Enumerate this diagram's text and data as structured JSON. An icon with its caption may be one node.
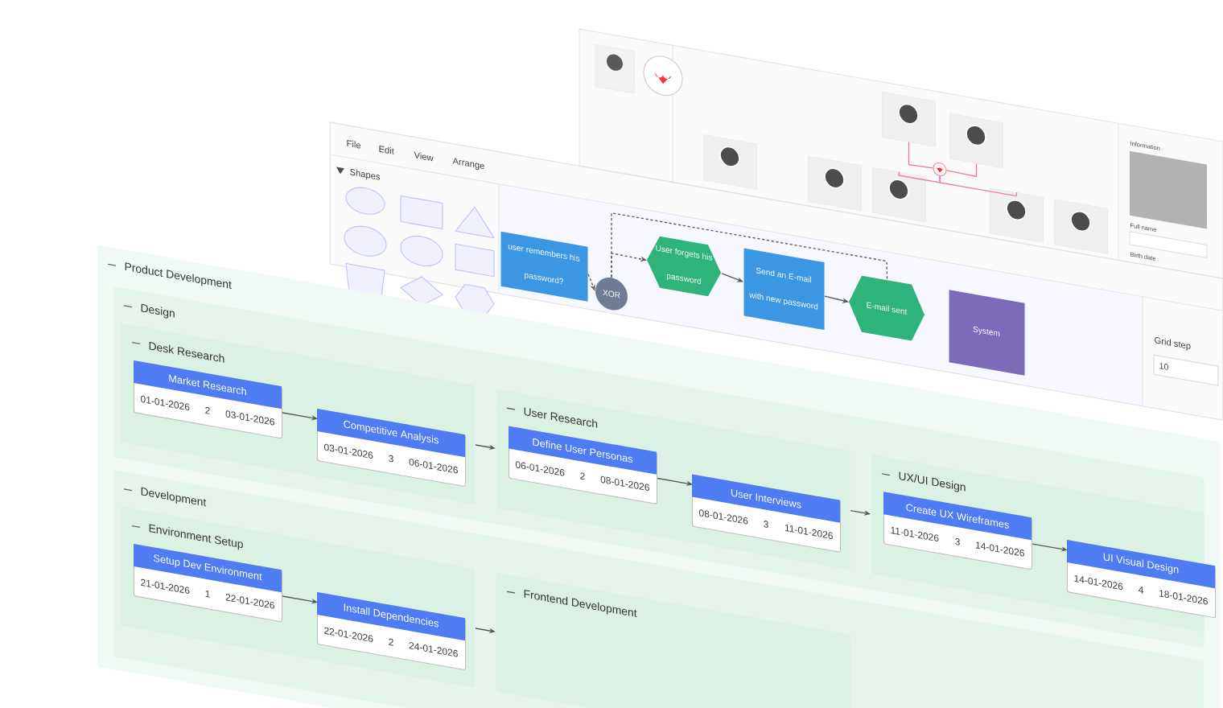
{
  "diagram": {
    "nodes": [
      {
        "text": [
          "Product Development"
        ]
      },
      {
        "text": [
          "Design"
        ],
        "in": 0
      },
      {
        "text": [
          "Desk Research"
        ],
        "in": 1
      },
      {
        "text": [
          "Market Research",
          "01-01-2026",
          "2",
          "03-01-2026"
        ],
        "in": 2
      },
      {
        "text": [
          "Competitive Analysis",
          "03-01-2026",
          "3",
          "06-01-2026"
        ],
        "in": 2
      },
      {
        "text": [
          "User Research"
        ],
        "in": 1
      },
      {
        "text": [
          "Define User Personas",
          "06-01-2026",
          "2",
          "08-01-2026"
        ],
        "in": 5
      },
      {
        "text": [
          "User Interviews",
          "08-01-2026",
          "3",
          "11-01-2026"
        ],
        "in": 5
      },
      {
        "text": [
          "UX/UI Design"
        ],
        "in": 1
      },
      {
        "text": [
          "Create UX Wireframes",
          "11-01-2026",
          "3",
          "14-01-2026"
        ],
        "in": 8
      },
      {
        "text": [
          "UI Visual Design",
          "14-01-2026",
          "4",
          "18-01-2026"
        ],
        "in": 8
      },
      {
        "text": [
          "Development"
        ],
        "in": 0
      },
      {
        "text": [
          "Environment Setup"
        ],
        "in": 11
      },
      {
        "text": [
          "Setup Dev Environment",
          "21-01-2026",
          "1",
          "22-01-2026"
        ],
        "in": 12
      },
      {
        "text": [
          "Install Dependencies",
          "22-01-2026",
          "2",
          "24-01-2026"
        ],
        "in": 12
      },
      {
        "text": [
          "Frontend Development"
        ],
        "in": 11
      },
      {
        "text": [
          "user remembers his password?"
        ]
      },
      {
        "text": [
          "XOR"
        ]
      },
      {
        "text": [
          "User forgets his password"
        ]
      },
      {
        "text": [
          "Send an E-mail with new password"
        ]
      },
      {
        "text": [
          "E-mail sent"
        ]
      },
      {
        "text": [
          "System"
        ]
      },
      {
        "text": [],
        "shape": "box"
      },
      {
        "text": [],
        "shape": "box"
      },
      {
        "text": [],
        "shape": "box"
      },
      {
        "text": [],
        "shape": "box"
      },
      {
        "text": [],
        "shape": "box"
      },
      {
        "text": [],
        "shape": "circle"
      },
      {
        "text": [],
        "shape": "box"
      },
      {
        "text": [],
        "shape": "box"
      }
    ],
    "edges": [
      {
        "from": 3,
        "to": 4,
        "arrow": "to"
      },
      {
        "from": 2,
        "to": 5,
        "arrow": "to"
      },
      {
        "from": 6,
        "to": 7,
        "arrow": "to"
      },
      {
        "from": 5,
        "to": 8,
        "arrow": "to"
      },
      {
        "from": 9,
        "to": 10,
        "arrow": "to"
      },
      {
        "from": 13,
        "to": 14,
        "arrow": "to"
      },
      {
        "from": 12,
        "to": 15,
        "arrow": "to"
      },
      {
        "from": 16,
        "to": 17,
        "arrow": "to",
        "style": "dashed"
      },
      {
        "from": 17,
        "to": 18,
        "arrow": "to",
        "style": "dashed"
      },
      {
        "from": 18,
        "to": 19,
        "arrow": "to"
      },
      {
        "from": 19,
        "to": 20,
        "arrow": "to"
      },
      {
        "from": 17,
        "to": 20,
        "arrow": "none",
        "style": "dashed"
      },
      {
        "from": 25,
        "to": 27,
        "arrow": "none",
        "color": "#f07a95"
      },
      {
        "from": 26,
        "to": 27,
        "arrow": "none",
        "color": "#f07a95"
      },
      {
        "from": 27,
        "to": 24,
        "arrow": "none",
        "color": "#f07a95"
      },
      {
        "from": 27,
        "to": 28,
        "arrow": "none",
        "color": "#f07a95"
      }
    ],
    "labels": [
      "File",
      "Edit",
      "View",
      "Arrange",
      "Shapes",
      "Grid step",
      "10",
      "Information",
      "Full name",
      "Birth date"
    ]
  }
}
